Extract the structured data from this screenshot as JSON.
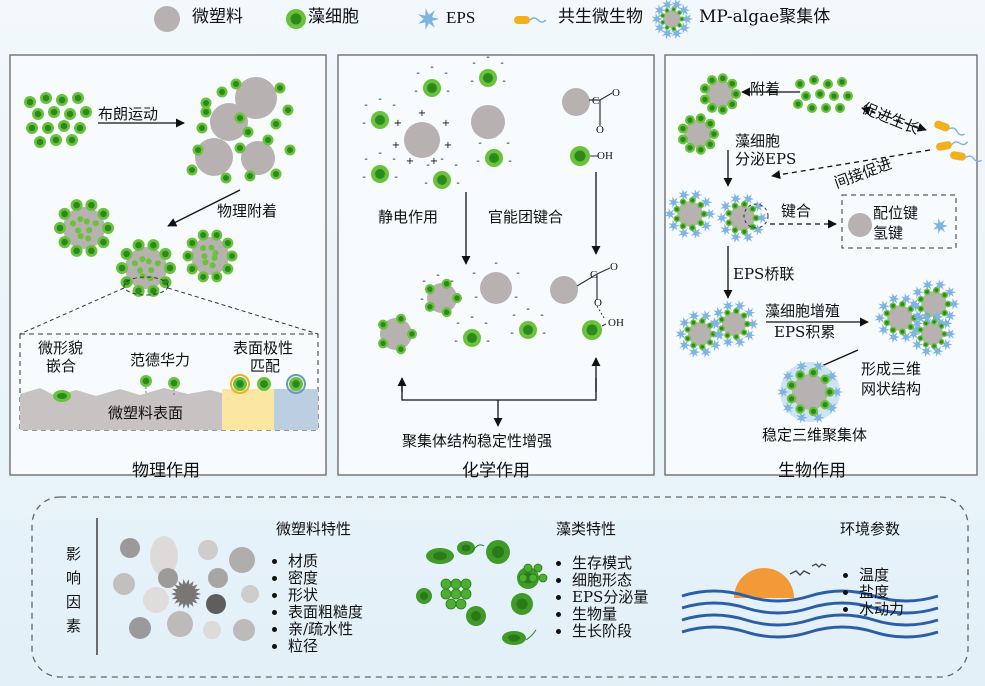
{
  "legend": {
    "mp": "微塑料",
    "algae": "藻细胞",
    "eps": "EPS",
    "microbe": "共生微生物",
    "aggregate": "MP-algae聚集体"
  },
  "physical": {
    "title": "物理作用",
    "brownian": "布朗运动",
    "attach": "物理附着",
    "detail": {
      "micro_line1": "微形貌",
      "micro_line2": "嵌合",
      "vdw": "范德华力",
      "polar_line1": "表面极性",
      "polar_line2": "匹配",
      "surface": "微塑料表面"
    }
  },
  "chemical": {
    "title": "化学作用",
    "electro": "静电作用",
    "functional": "官能团键合",
    "stability": "聚集体结构稳定性增强",
    "chem": {
      "c": "C",
      "o": "O",
      "oh": "OH"
    }
  },
  "biological": {
    "title": "生物作用",
    "attach": "附着",
    "promote": "促进生长",
    "secrete_line1": "藻细胞",
    "secrete_line2": "分泌EPS",
    "indirect": "间接促进",
    "chelate": "键合",
    "coord": "配位键",
    "hbond": "氢键",
    "bridge": "EPS桥联",
    "prolif": "藻细胞增殖",
    "accum": "EPS积累",
    "form_line1": "形成三维",
    "form_line2": "网状结构",
    "stable": "稳定三维聚集体"
  },
  "factors": {
    "title": [
      "影",
      "响",
      "因",
      "素"
    ],
    "mp": {
      "title": "微塑料特性",
      "items": [
        "材质",
        "密度",
        "形状",
        "表面粗糙度",
        "亲/疏水性",
        "粒径"
      ]
    },
    "algae": {
      "title": "藻类特性",
      "items": [
        "生存模式",
        "细胞形态",
        "EPS分泌量",
        "生物量",
        "生长阶段"
      ]
    },
    "env": {
      "title": "环境参数",
      "items": [
        "温度",
        "盐度",
        "水动力"
      ]
    }
  },
  "colors": {
    "mp": "#b7b1b1",
    "algae_outer": "#69c23a",
    "algae_inner": "#2b8a1e",
    "eps": "#7fb3e0",
    "microbe": "#f2b01e",
    "panel_border": "#666666",
    "sun": "#f29a38",
    "wave": "#2c5ea8"
  },
  "icons": {
    "sun": "sun-icon",
    "wave": "wave-icon",
    "bird": "bird-icon"
  }
}
